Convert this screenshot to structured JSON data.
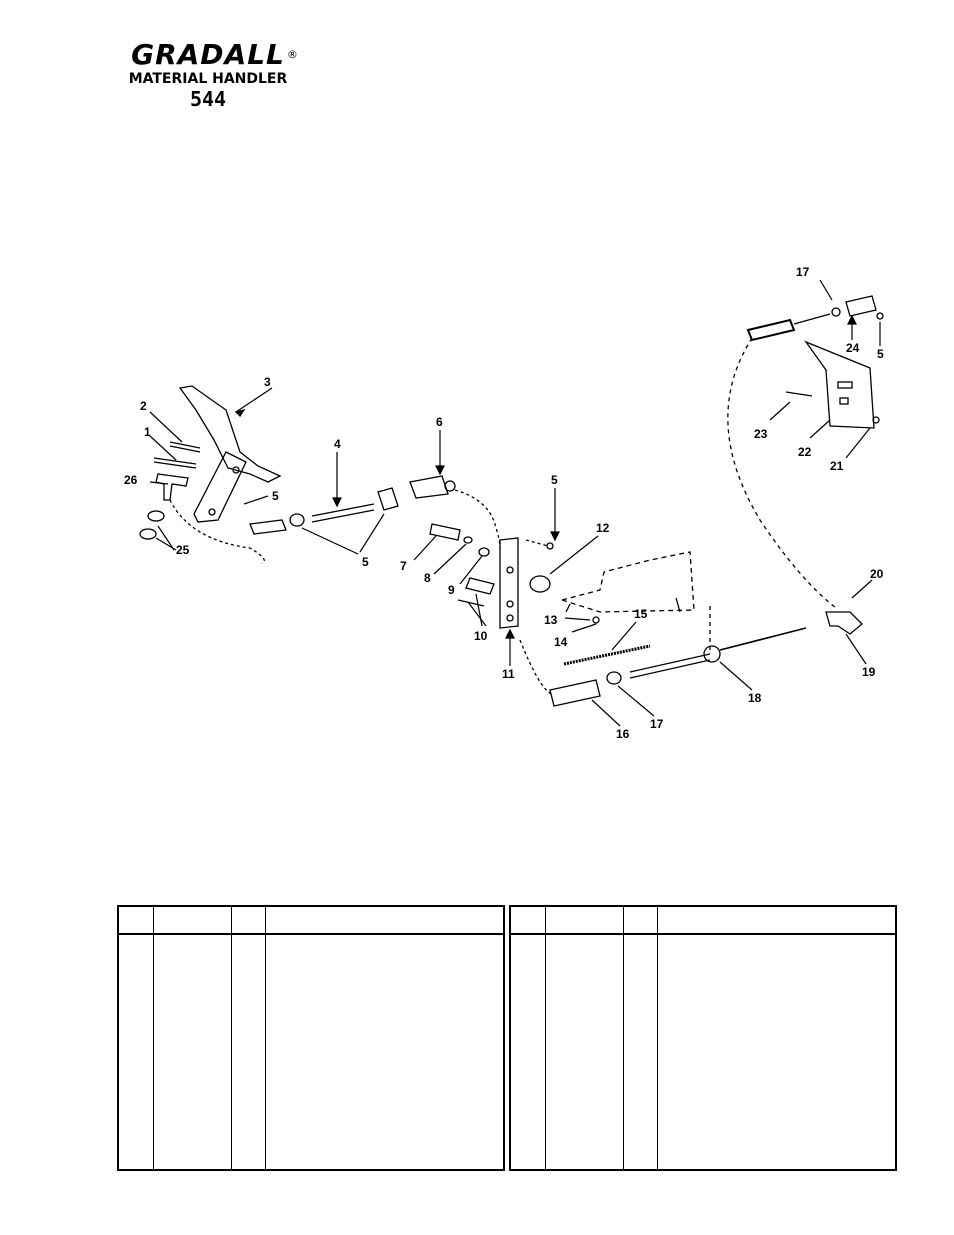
{
  "header": {
    "brand": "GRADALL",
    "registered_mark": "®",
    "subtitle": "MATERIAL HANDLER",
    "model": "544"
  },
  "diagram": {
    "callouts": [
      "1",
      "2",
      "3",
      "4",
      "5",
      "6",
      "7",
      "8",
      "9",
      "10",
      "11",
      "12",
      "13",
      "14",
      "15",
      "16",
      "17",
      "18",
      "19",
      "20",
      "21",
      "22",
      "23",
      "24",
      "25",
      "26"
    ]
  },
  "parts_table": {
    "left": {
      "columns": [
        "",
        "",
        "",
        ""
      ],
      "rows": []
    },
    "right": {
      "columns": [
        "",
        "",
        "",
        ""
      ],
      "rows": []
    }
  }
}
